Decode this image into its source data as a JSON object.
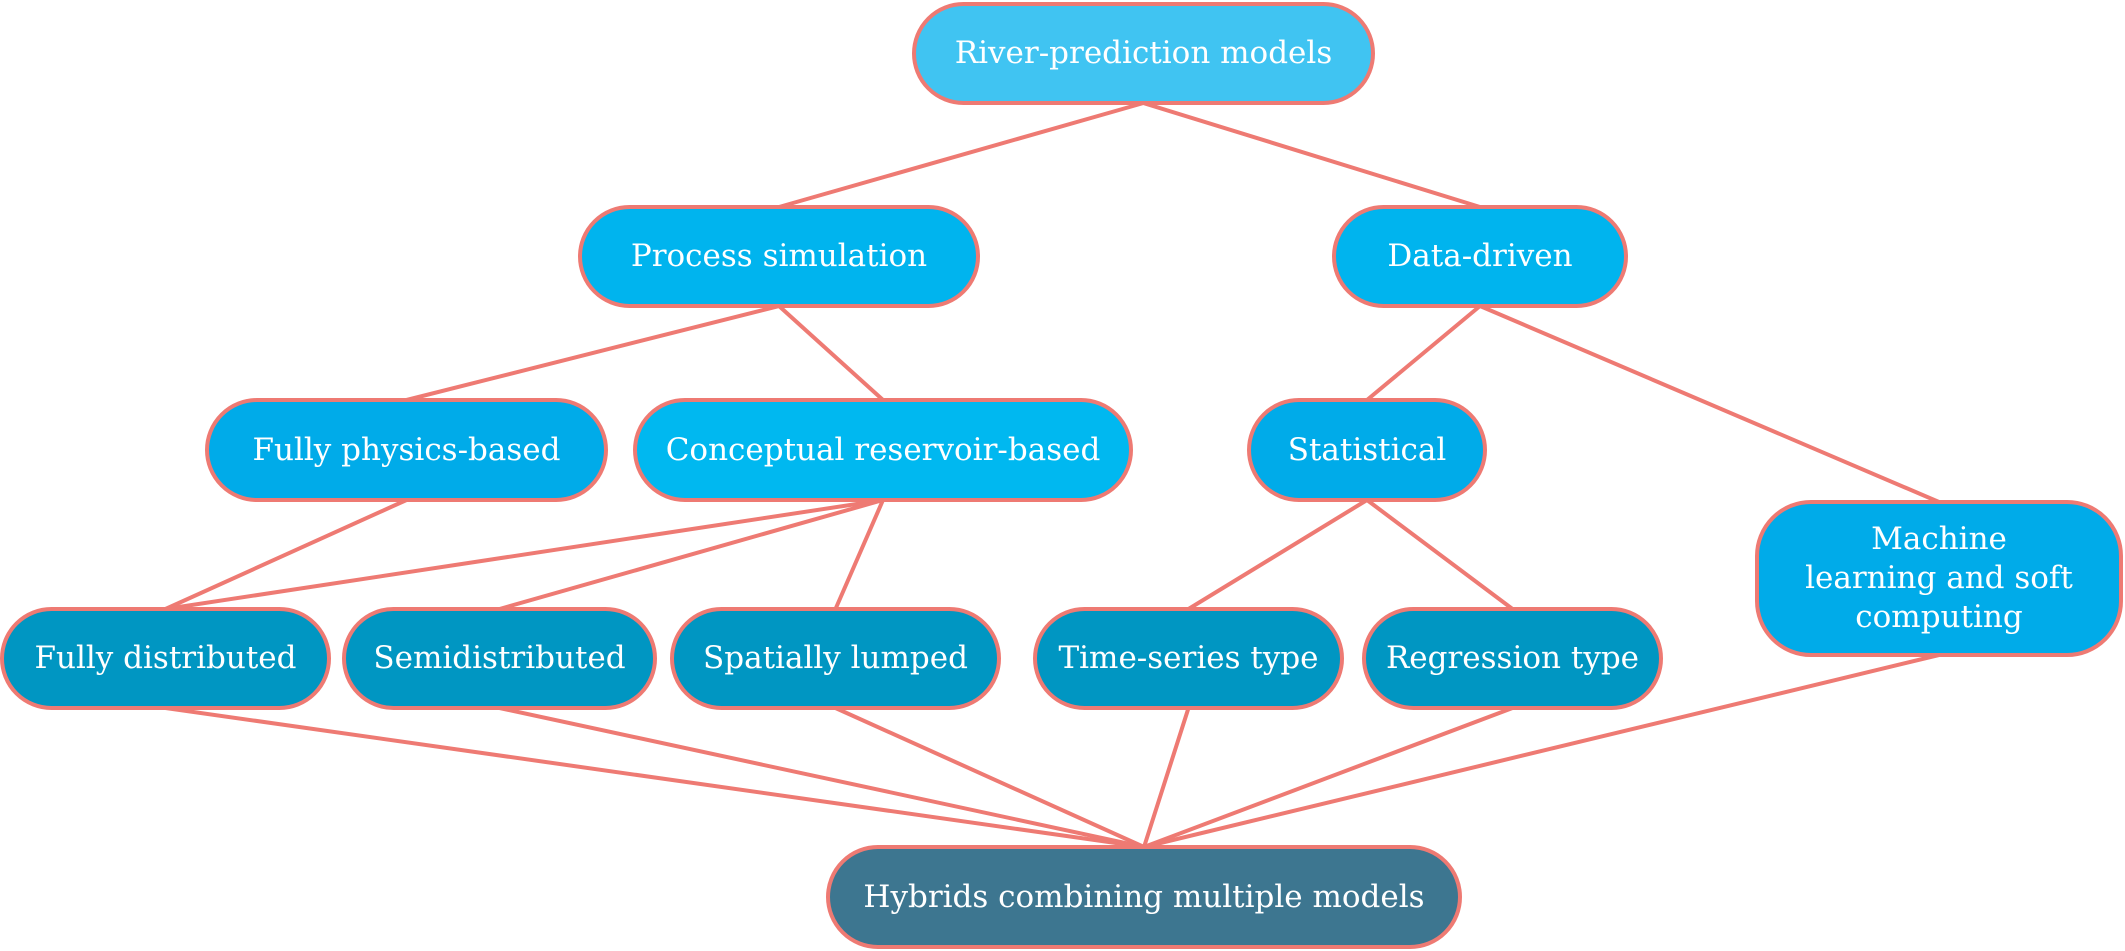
{
  "diagram": {
    "nodes": {
      "root": "River-prediction models",
      "process": "Process simulation",
      "data_driven": "Data-driven",
      "physics": "Fully physics-based",
      "conceptual": "Conceptual reservoir-based",
      "statistical": "Statistical",
      "ml": "Machine learning and soft computing",
      "ml_lines": [
        "Machine",
        "learning and soft",
        "computing"
      ],
      "fully_distributed": "Fully distributed",
      "semidistributed": "Semidistributed",
      "lumped": "Spatially lumped",
      "timeseries": "Time-series type",
      "regression": "Regression type",
      "hybrid": "Hybrids combining multiple models"
    },
    "edges": [
      [
        "root",
        "process"
      ],
      [
        "root",
        "data_driven"
      ],
      [
        "process",
        "physics"
      ],
      [
        "process",
        "conceptual"
      ],
      [
        "data_driven",
        "statistical"
      ],
      [
        "data_driven",
        "ml"
      ],
      [
        "physics",
        "fully_distributed"
      ],
      [
        "conceptual",
        "fully_distributed"
      ],
      [
        "conceptual",
        "semidistributed"
      ],
      [
        "conceptual",
        "lumped"
      ],
      [
        "statistical",
        "timeseries"
      ],
      [
        "statistical",
        "regression"
      ],
      [
        "fully_distributed",
        "hybrid"
      ],
      [
        "semidistributed",
        "hybrid"
      ],
      [
        "lumped",
        "hybrid"
      ],
      [
        "timeseries",
        "hybrid"
      ],
      [
        "regression",
        "hybrid"
      ],
      [
        "ml",
        "hybrid"
      ]
    ],
    "colors": {
      "edge": "#ee7a73",
      "level1": "#40c4f2",
      "level2": "#00b4ee",
      "level4": "#0096c2",
      "hybrid": "#3d7690",
      "text": "#ffffff"
    }
  }
}
